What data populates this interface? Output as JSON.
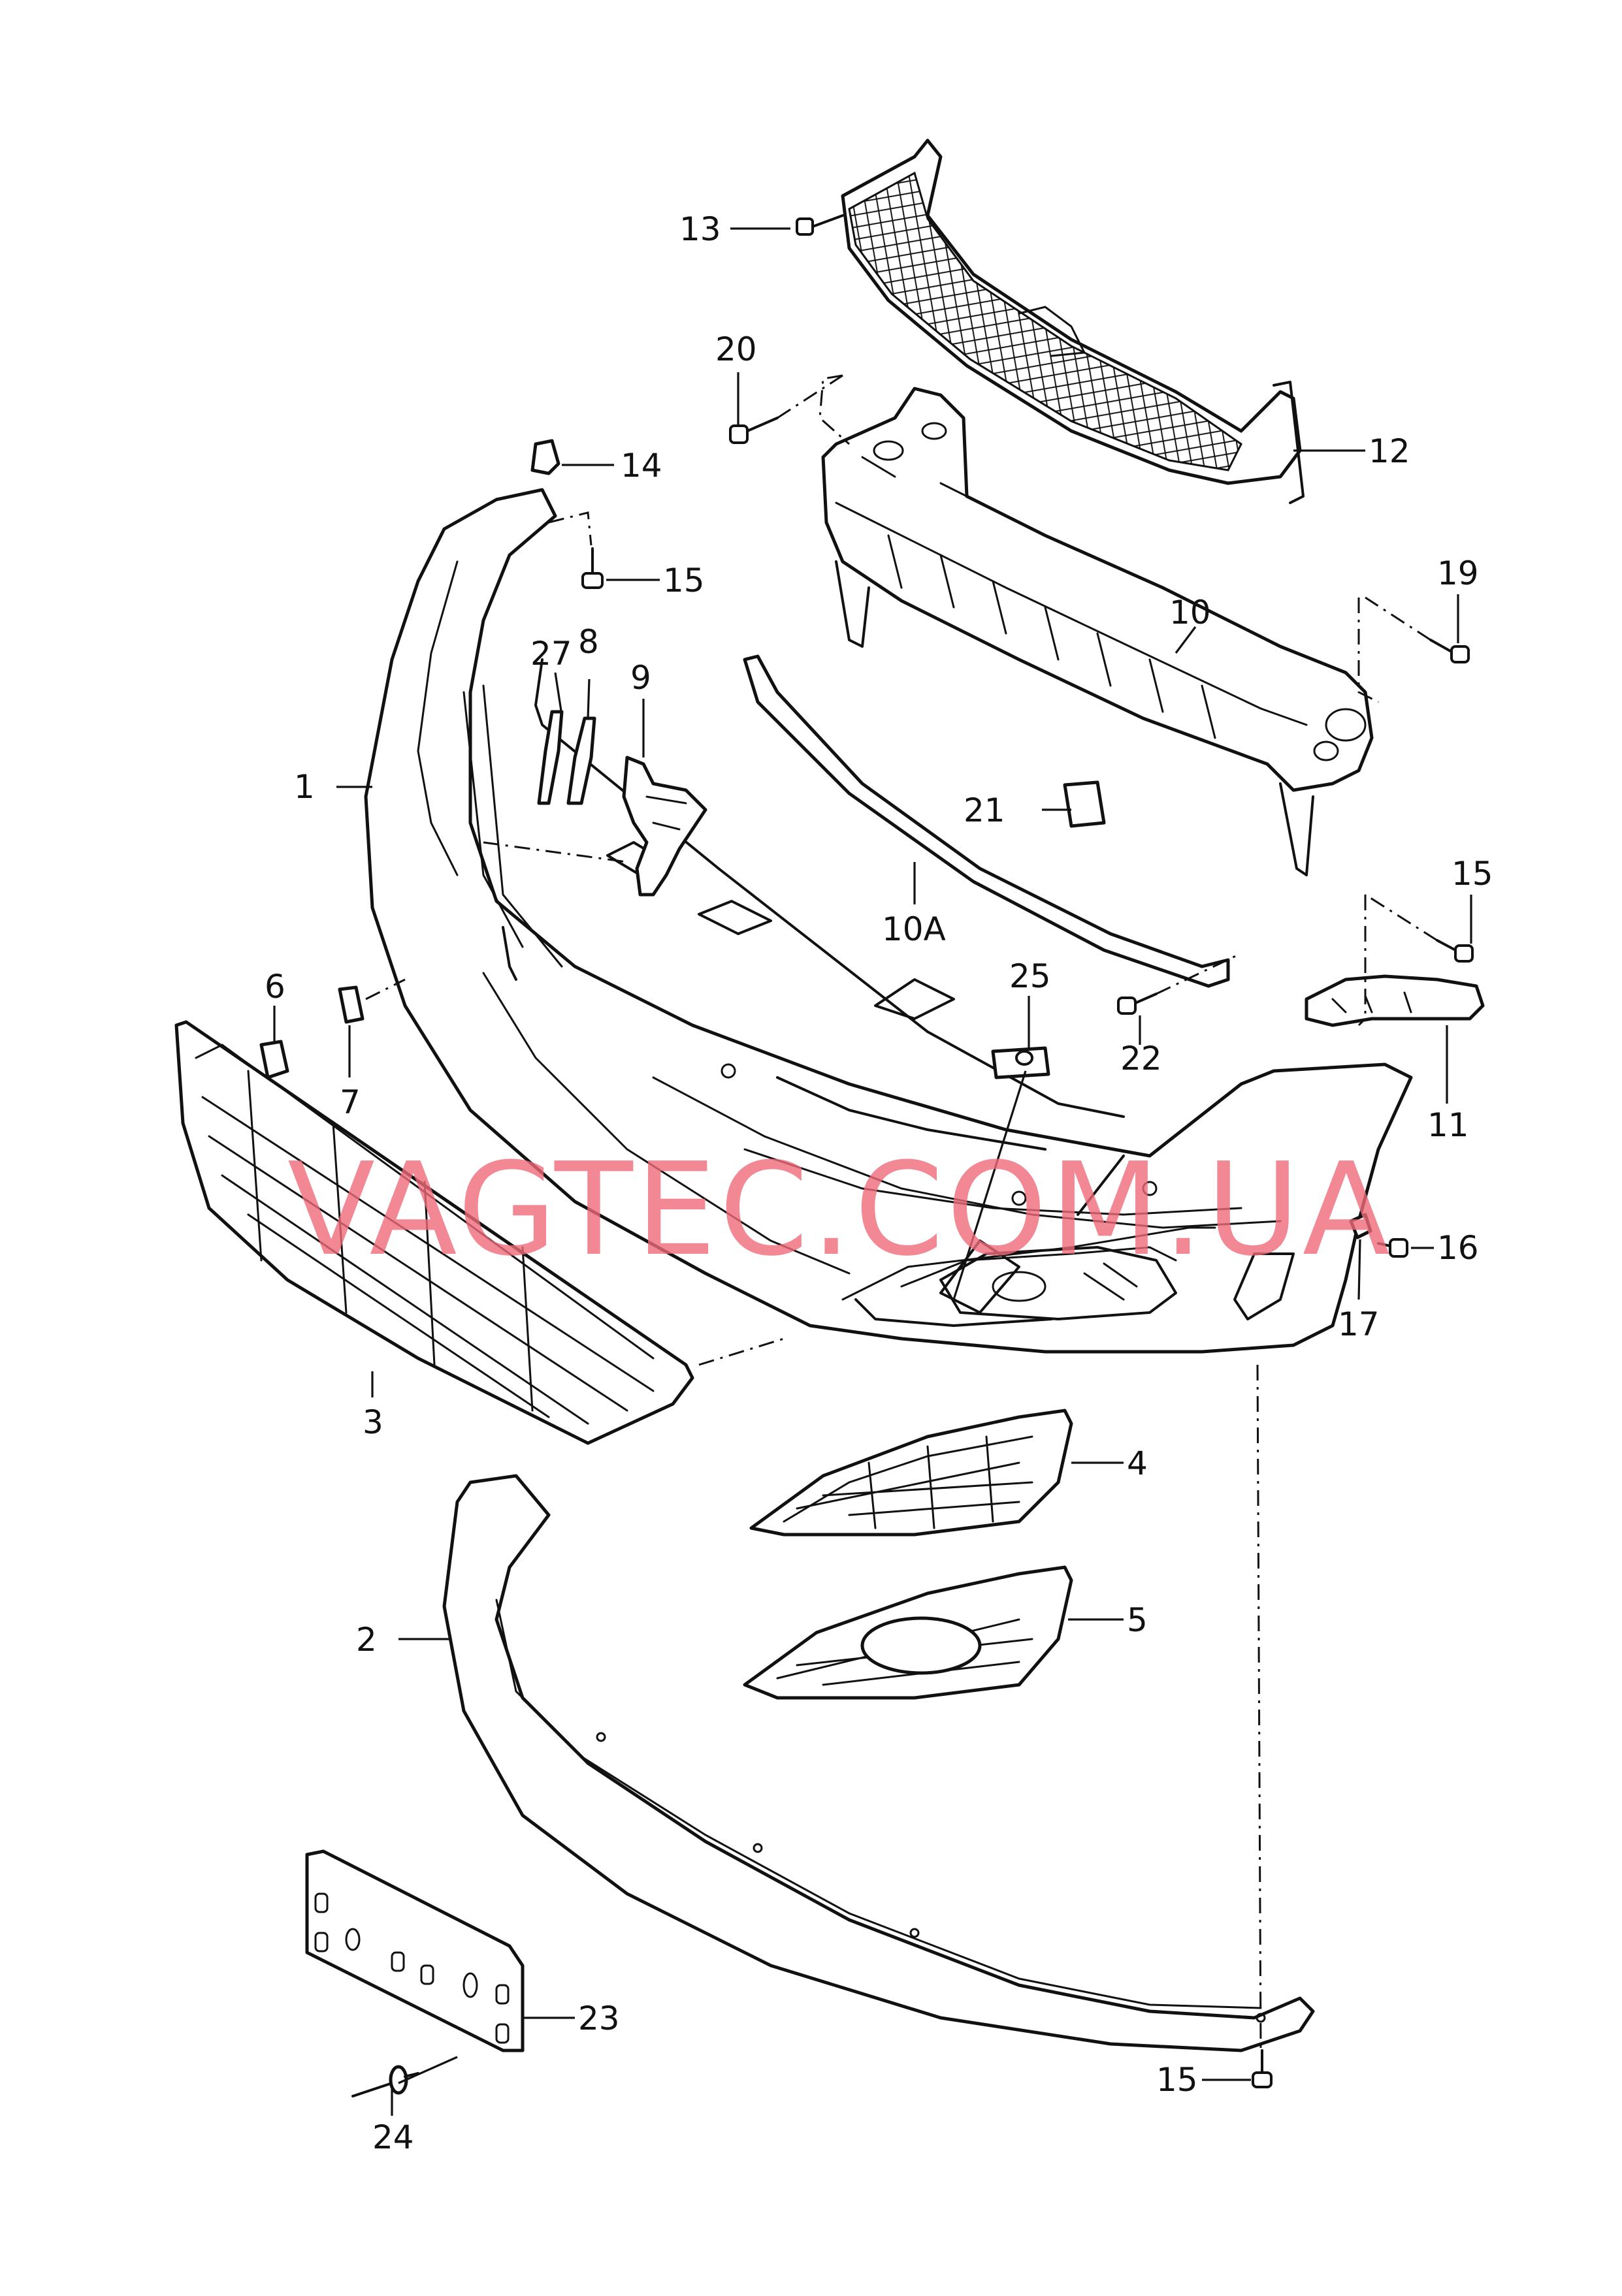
{
  "watermark": "VAGTEC.COM.UA",
  "colors": {
    "line": "#111111",
    "watermark": "#f06a7a",
    "background": "#ffffff"
  },
  "callouts": {
    "c1": "1",
    "c2": "2",
    "c3": "3",
    "c4": "4",
    "c5": "5",
    "c6": "6",
    "c7": "7",
    "c8": "8",
    "c9": "9",
    "c10": "10",
    "c10a": "10A",
    "c11": "11",
    "c12": "12",
    "c13": "13",
    "c14": "14",
    "c15a": "15",
    "c15b": "15",
    "c15c": "15",
    "c16": "16",
    "c17": "17",
    "c19": "19",
    "c20": "20",
    "c21": "21",
    "c22": "22",
    "c23": "23",
    "c24": "24",
    "c25": "25",
    "c27": "27"
  }
}
